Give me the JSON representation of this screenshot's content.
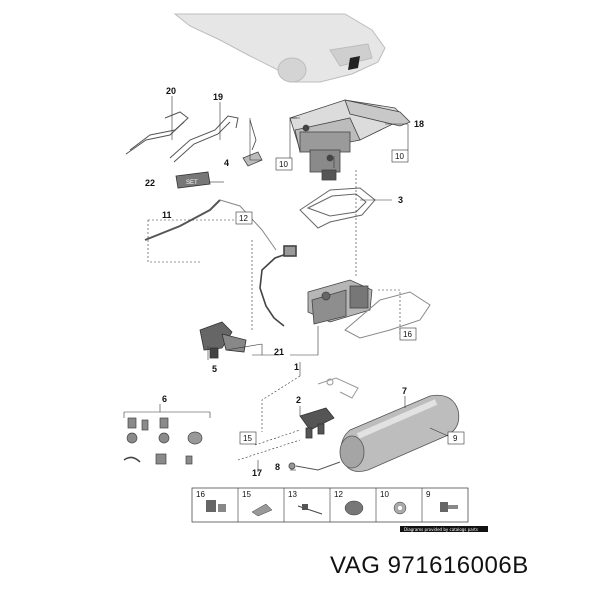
{
  "callouts": {
    "c20": "20",
    "c19": "19",
    "c18": "18",
    "c4": "4",
    "c10a": "10",
    "c10b": "10",
    "c22": "22",
    "c3": "3",
    "c11": "11",
    "c12": "12",
    "c16": "16",
    "c21": "21",
    "c1": "1",
    "c5": "5",
    "c7": "7",
    "c6": "6",
    "c2": "2",
    "c15": "15",
    "c9": "9",
    "c17": "17",
    "c8": "8"
  },
  "legend": {
    "items": [
      {
        "num": "16"
      },
      {
        "num": "15"
      },
      {
        "num": "13"
      },
      {
        "num": "12"
      },
      {
        "num": "10"
      },
      {
        "num": "9"
      }
    ]
  },
  "credit": "Diagrams provided by catalogs parts",
  "footer": {
    "part_number": "VAG 971616006B"
  }
}
